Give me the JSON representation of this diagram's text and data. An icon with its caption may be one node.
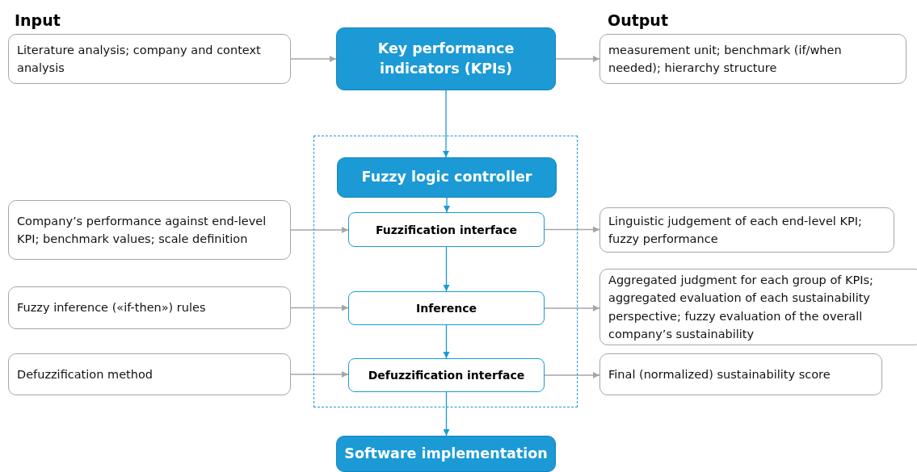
{
  "diagram": {
    "nodes": [
      {
        "text": [
          "Literature analysis; company and context analysis"
        ]
      },
      {
        "text": [
          "Key performance indicators (KPIs)"
        ]
      },
      {
        "text": [
          "measurement unit; benchmark (if/when needed); hierarchy structure"
        ]
      },
      {
        "text": [],
        "shape": "box"
      },
      {
        "text": [
          "Fuzzy logic controller"
        ],
        "in": 3
      },
      {
        "text": [
          "Company’s performance against end-level KPI; benchmark values; scale definition"
        ]
      },
      {
        "text": [
          "Fuzzification interface"
        ],
        "in": 3
      },
      {
        "text": [
          "Linguistic judgement of each end-level KPI; fuzzy performance"
        ]
      },
      {
        "text": [
          "Fuzzy inference («if-then») rules"
        ]
      },
      {
        "text": [
          "Inference"
        ],
        "in": 3
      },
      {
        "text": [
          "Aggregated judgment for each group of KPIs; aggregated evaluation of each sustainability perspective; fuzzy evaluation of the overall company’s sustainability"
        ]
      },
      {
        "text": [
          "Defuzzification method"
        ]
      },
      {
        "text": [
          "Defuzzification interface"
        ],
        "in": 3
      },
      {
        "text": [
          "Final (normalized) sustainability score"
        ]
      },
      {
        "text": [
          "Software implementation"
        ]
      }
    ],
    "edges": [
      {
        "from": 0,
        "to": 1,
        "arrow": "to"
      },
      {
        "from": 1,
        "to": 2,
        "arrow": "to"
      },
      {
        "from": 1,
        "to": 4,
        "arrow": "to",
        "color": "#1b9ad6"
      },
      {
        "from": 4,
        "to": 6,
        "arrow": "to",
        "color": "#1b9ad6"
      },
      {
        "from": 5,
        "to": 6,
        "arrow": "to"
      },
      {
        "from": 6,
        "to": 7,
        "arrow": "to"
      },
      {
        "from": 6,
        "to": 9,
        "arrow": "to",
        "color": "#1b9ad6"
      },
      {
        "from": 8,
        "to": 9,
        "arrow": "to"
      },
      {
        "from": 9,
        "to": 10,
        "arrow": "to"
      },
      {
        "from": 9,
        "to": 12,
        "arrow": "to",
        "color": "#1b9ad6"
      },
      {
        "from": 11,
        "to": 12,
        "arrow": "to"
      },
      {
        "from": 12,
        "to": 13,
        "arrow": "to"
      },
      {
        "from": 12,
        "to": 14,
        "arrow": "to",
        "color": "#1b9ad6"
      }
    ],
    "labels": [
      "Input",
      "Output"
    ]
  }
}
